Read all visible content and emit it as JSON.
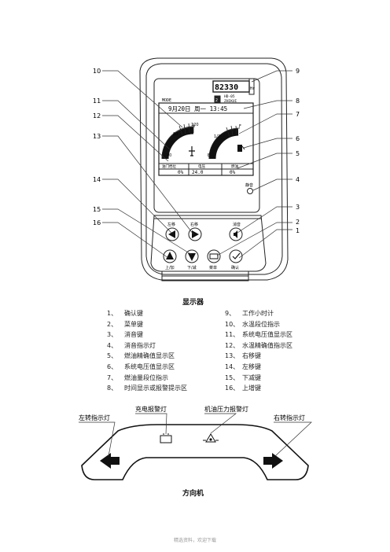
{
  "display_panel": {
    "callouts": [
      "10",
      "11",
      "12",
      "13",
      "14",
      "15",
      "16",
      "9",
      "8",
      "7",
      "6",
      "5",
      "4",
      "3",
      "2",
      "1"
    ],
    "hour_meter": "82330",
    "hour_unit": "Hr",
    "header_small_left": "2",
    "header_small_right_1": "HD-05",
    "header_small_right_2": "ZHIKUI",
    "header_left_label": "MODE",
    "info_line": "9月20日  周一  13:45",
    "temp_gauge_low": "40",
    "temp_gauge_mid": "80",
    "temp_gauge_high": "120",
    "fuel_gauge_low": "1/2",
    "fuel_gauge_high": "F",
    "fuel_gauge_empty": "E",
    "status_row_labels": [
      "油门档位",
      "电压",
      "燃油"
    ],
    "status_row_values": [
      "0%",
      "24.0",
      "0%"
    ],
    "mute_label": "静音",
    "key_labels": {
      "left": "左移",
      "right": "右移",
      "mute": "消音",
      "up": "上/加",
      "down": "下/减",
      "menu": "菜单",
      "confirm": "确认"
    },
    "caption": "显示器"
  },
  "legend": {
    "left": [
      {
        "n": "1、",
        "t": "确认键"
      },
      {
        "n": "2、",
        "t": "菜单键"
      },
      {
        "n": "3、",
        "t": "消音键"
      },
      {
        "n": "4、",
        "t": "消音指示灯"
      },
      {
        "n": "5、",
        "t": "燃油精确值显示区"
      },
      {
        "n": "6、",
        "t": "系统电压值显示区"
      },
      {
        "n": "7、",
        "t": "燃油量段位指示"
      },
      {
        "n": "8、",
        "t": "时间显示或报警提示区"
      }
    ],
    "right": [
      {
        "n": "9、",
        "t": "工作小时计"
      },
      {
        "n": "10、",
        "t": "水温段位指示"
      },
      {
        "n": "11、",
        "t": "系统电压值显示区"
      },
      {
        "n": "12、",
        "t": "水温精确值指示区"
      },
      {
        "n": "13、",
        "t": "右移键"
      },
      {
        "n": "14、",
        "t": "左移键"
      },
      {
        "n": "15、",
        "t": "下减键"
      },
      {
        "n": "16、",
        "t": "上增键"
      }
    ]
  },
  "direction_panel": {
    "label_left": "左转指示灯",
    "label_charge": "充电报警灯",
    "label_oil": "机油压力报警灯",
    "label_right": "右转指示灯",
    "caption": "方向机"
  },
  "footer": "精选资料，欢迎下载"
}
